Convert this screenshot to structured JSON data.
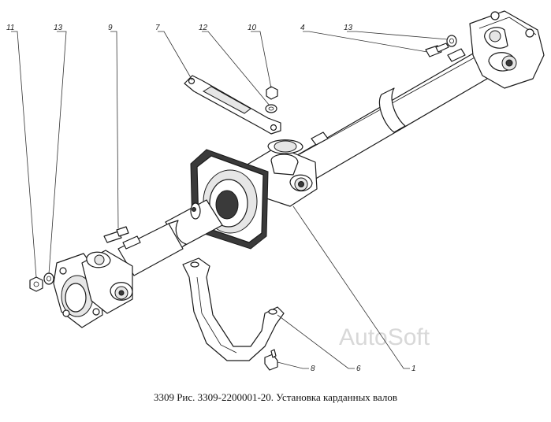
{
  "caption": "3309 Рис. 3309-2200001-20. Установка карданных валов",
  "watermark": "AutoSoft",
  "callouts": {
    "c11": "11",
    "c13a": "13",
    "c9": "9",
    "c7": "7",
    "c12": "12",
    "c10": "10",
    "c4": "4",
    "c13b": "13",
    "c8": "8",
    "c6": "6",
    "c1": "1"
  }
}
